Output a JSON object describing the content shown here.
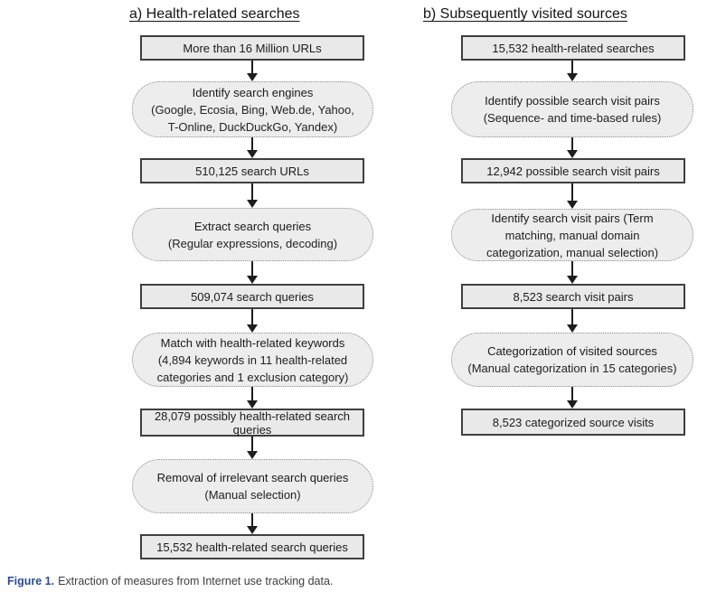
{
  "figure": {
    "caption": {
      "label": "Figure 1.",
      "text": "Extraction of measures from Internet use tracking data."
    }
  },
  "colors": {
    "data_box_fill": "#e9e9e9",
    "data_box_border": "#3f3f3f",
    "process_box_fill": "#ededed",
    "process_box_border": "#8f8f8f",
    "arrow": "#1d1d1d",
    "caption_label": "#2b4b9c"
  },
  "columns": [
    {
      "header": "a) Health-related searches",
      "nodes": [
        {
          "type": "data",
          "lines": [
            "More than 16 Million URLs"
          ]
        },
        {
          "type": "process",
          "lines": [
            "Identify search engines",
            "(Google, Ecosia, Bing, Web.de, Yahoo,",
            "T-Online, DuckDuckGo, Yandex)"
          ]
        },
        {
          "type": "data",
          "lines": [
            "510,125 search URLs"
          ]
        },
        {
          "type": "process",
          "lines": [
            "Extract search queries",
            "(Regular expressions, decoding)"
          ]
        },
        {
          "type": "data",
          "lines": [
            "509,074 search queries"
          ]
        },
        {
          "type": "process",
          "lines": [
            "Match with health-related keywords",
            "(4,894 keywords in 11 health-related",
            "categories and 1 exclusion category)"
          ]
        },
        {
          "type": "data",
          "lines": [
            "28,079 possibly health-related search",
            "queries"
          ]
        },
        {
          "type": "process",
          "lines": [
            "Removal of irrelevant search queries",
            "(Manual selection)"
          ]
        },
        {
          "type": "data",
          "lines": [
            "15,532 health-related search queries"
          ]
        }
      ]
    },
    {
      "header": "b) Subsequently visited sources",
      "nodes": [
        {
          "type": "data",
          "lines": [
            "15,532 health-related searches"
          ]
        },
        {
          "type": "process",
          "lines": [
            "Identify possible search visit pairs",
            "(Sequence- and time-based rules)"
          ]
        },
        {
          "type": "data",
          "lines": [
            "12,942 possible search visit pairs"
          ]
        },
        {
          "type": "process",
          "lines": [
            "Identify search visit pairs (Term",
            "matching, manual domain",
            "categorization, manual selection)"
          ]
        },
        {
          "type": "data",
          "lines": [
            "8,523 search visit pairs"
          ]
        },
        {
          "type": "process",
          "lines": [
            "Categorization of visited sources",
            "(Manual categorization in 15 categories)"
          ]
        },
        {
          "type": "data",
          "lines": [
            "8,523 categorized source visits"
          ]
        }
      ]
    }
  ]
}
